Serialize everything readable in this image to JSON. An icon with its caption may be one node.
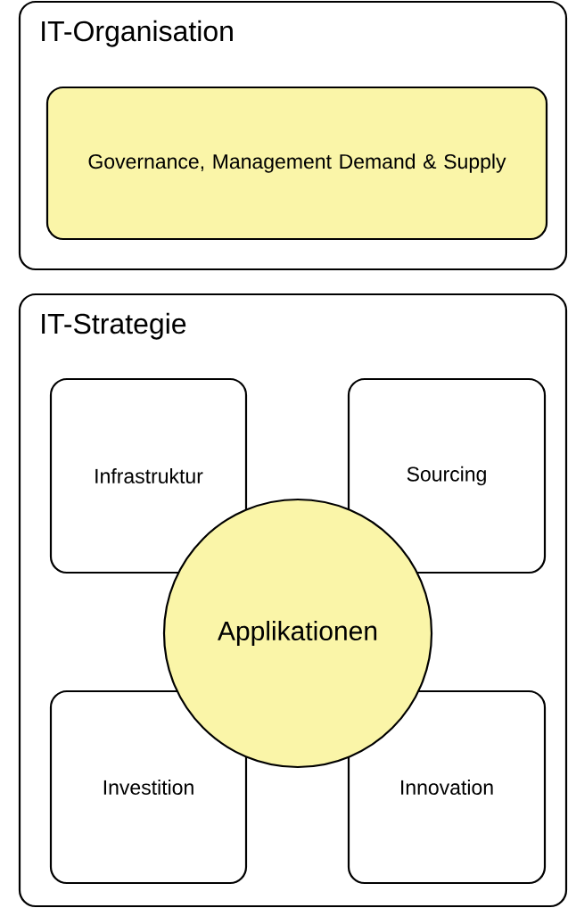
{
  "diagram": {
    "nodes": [
      {
        "text": [
          "IT-Organisation"
        ]
      },
      {
        "text": [
          "Governance, Management Demand & Supply"
        ],
        "in": 0
      },
      {
        "text": [
          "IT-Strategie"
        ]
      },
      {
        "text": [
          "Infrastruktur"
        ],
        "in": 2
      },
      {
        "text": [
          "Sourcing"
        ],
        "in": 2
      },
      {
        "text": [
          "Applikationen"
        ],
        "in": 2
      },
      {
        "text": [
          "Investition"
        ],
        "in": 2
      },
      {
        "text": [
          "Innovation"
        ],
        "in": 2
      }
    ]
  }
}
